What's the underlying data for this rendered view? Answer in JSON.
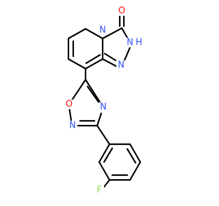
{
  "colors": {
    "bond": "#000000",
    "oxygen": "#ff0d0d",
    "nitrogen": "#3050f8",
    "fluorine": "#90e050",
    "background": "#ffffff"
  },
  "labels": {
    "carbonyl_o": "O",
    "n_bridge": "N",
    "nh": "N",
    "h_on_n": "H",
    "n_triazole": "N",
    "o_oxadiazole": "O",
    "n_oxadiazole_upper": "N",
    "n_oxadiazole_lower": "N",
    "f": "F"
  }
}
